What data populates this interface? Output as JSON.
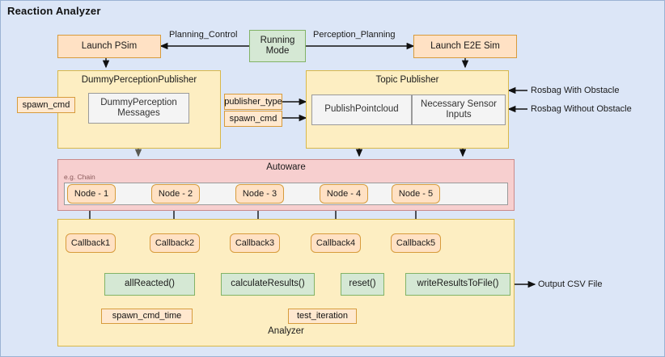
{
  "diagram": {
    "title": "Reaction Analyzer",
    "background_color": "#dce6f7"
  },
  "nodes": {
    "launch_psim": "Launch PSim",
    "running_mode": "Running\nMode",
    "running_mode_line1": "Running",
    "running_mode_line2": "Mode",
    "launch_e2e_sim": "Launch E2E Sim",
    "dummy_perception_publisher": "DummyPerceptionPublisher",
    "dummy_perception_messages_line1": "DummyPerception",
    "dummy_perception_messages_line2": "Messages",
    "topic_publisher": "Topic Publisher",
    "publish_pointcloud": "PublishPointcloud",
    "necessary_sensor_inputs_line1": "Necessary Sensor",
    "necessary_sensor_inputs_line2": "Inputs",
    "autoware": "Autoware",
    "eg_chain": "e.g. Chain",
    "analyzer": "Analyzer"
  },
  "chain_nodes": [
    "Node - 1",
    "Node - 2",
    "Node - 3",
    "Node - 4",
    "Node - 5"
  ],
  "callbacks": [
    "Callback1",
    "Callback2",
    "Callback3",
    "Callback4",
    "Callback5"
  ],
  "functions": [
    "allReacted()",
    "calculateResults()",
    "reset()",
    "writeResultsToFile()"
  ],
  "parameter_tags": {
    "spawn_cmd_left": "spawn_cmd",
    "publisher_type": "publisher_type",
    "spawn_cmd_right": "spawn_cmd",
    "spawn_cmd_time": "spawn_cmd_time",
    "test_iteration": "test_iteration"
  },
  "edge_labels": {
    "planning_control": "Planning_Control",
    "perception_planning": "Perception_Planning"
  },
  "external_inputs": [
    "Rosbag With Obstacle",
    "Rosbag Without Obstacle"
  ],
  "outputs": {
    "csv": "Output CSV File"
  },
  "colors": {
    "canvas": "#dce6f7",
    "peach_fill": "#ffe1c4",
    "peach_stroke": "#d79b3c",
    "yellow_fill": "#fdeec2",
    "yellow_stroke": "#d8b84a",
    "pink_fill": "#f7cfcf",
    "pink_stroke": "#c98a8a",
    "green_fill": "#d5e8d4",
    "green_stroke": "#82b366",
    "gray_fill": "#f4f4f4",
    "gray_stroke": "#9a9a9a"
  }
}
